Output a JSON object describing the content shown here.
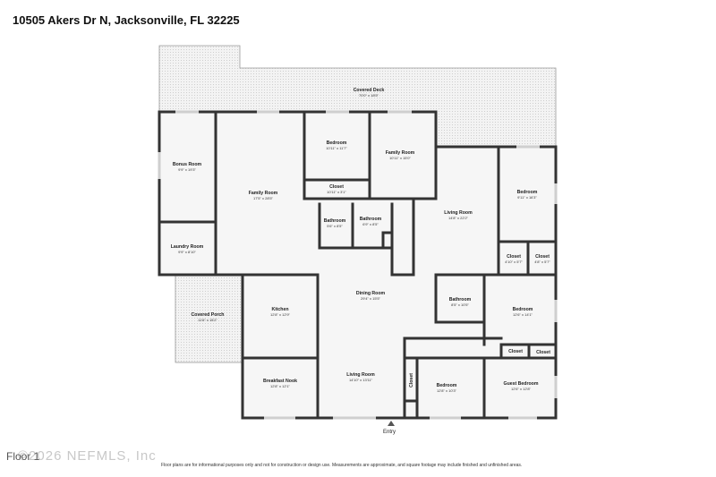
{
  "header": {
    "address": "10505 Akers Dr N, Jacksonville, FL 32225"
  },
  "rooms": {
    "covered_deck": {
      "name": "Covered Deck",
      "dim": "70'0\" x 18'5\""
    },
    "bonus_room": {
      "name": "Bonus Room",
      "dim": "9'9\" x 19'3\""
    },
    "family_room_1": {
      "name": "Family Room",
      "dim": "17'5\" x 28'5\""
    },
    "bedroom_1": {
      "name": "Bedroom",
      "dim": "10'11\" x 11'7\""
    },
    "closet_1": {
      "name": "Closet",
      "dim": "10'11\" x 3'1\""
    },
    "family_room_2": {
      "name": "Family Room",
      "dim": "10'11\" x 15'0\""
    },
    "living_room_1": {
      "name": "Living Room",
      "dim": "14'8\" x 22'2\""
    },
    "bedroom_2": {
      "name": "Bedroom",
      "dim": "9'11\" x 16'3\""
    },
    "bathroom_1": {
      "name": "Bathroom",
      "dim": "5'6\" x 8'5\""
    },
    "bathroom_2": {
      "name": "Bathroom",
      "dim": "6'9\" x 8'5\""
    },
    "laundry_room": {
      "name": "Laundry Room",
      "dim": "9'9\" x 8'10\""
    },
    "closet_2": {
      "name": "Closet",
      "dim": "4'10\" x 5'7\""
    },
    "closet_3": {
      "name": "Closet",
      "dim": "4'8\" x 5'7\""
    },
    "covered_porch": {
      "name": "Covered Porch",
      "dim": "11'6\" x 15'2\""
    },
    "kitchen": {
      "name": "Kitchen",
      "dim": "12'8\" x 12'9\""
    },
    "dining_room": {
      "name": "Dining Room",
      "dim": "29'4\" x 15'5\""
    },
    "bathroom_3": {
      "name": "Bathroom",
      "dim": "8'5\" x 10'5\""
    },
    "bedroom_3": {
      "name": "Bedroom",
      "dim": "12'6\" x 14'1\""
    },
    "closet_4": {
      "name": "Closet",
      "dim": ""
    },
    "closet_5": {
      "name": "Closet",
      "dim": ""
    },
    "breakfast_nook": {
      "name": "Breakfast Nook",
      "dim": "12'8\" x 12'1\""
    },
    "living_room_2": {
      "name": "Living Room",
      "dim": "14'10\" x 13'11\""
    },
    "closet_6": {
      "name": "Closet",
      "dim": ""
    },
    "bedroom_4": {
      "name": "Bedroom",
      "dim": "12'8\" x 10'3\""
    },
    "guest_bedroom": {
      "name": "Guest Bedroom",
      "dim": "12'6\" x 12'8\""
    }
  },
  "entry_label": "Entry",
  "footer": {
    "floor_label": "Floor 1",
    "watermark": "©2026 NEFMLS, Inc",
    "disclaimer": "Floor plans are for informational purposes only and not for construction or design use. Measurements are approximate, and square footage may include finished and unfinished areas."
  }
}
